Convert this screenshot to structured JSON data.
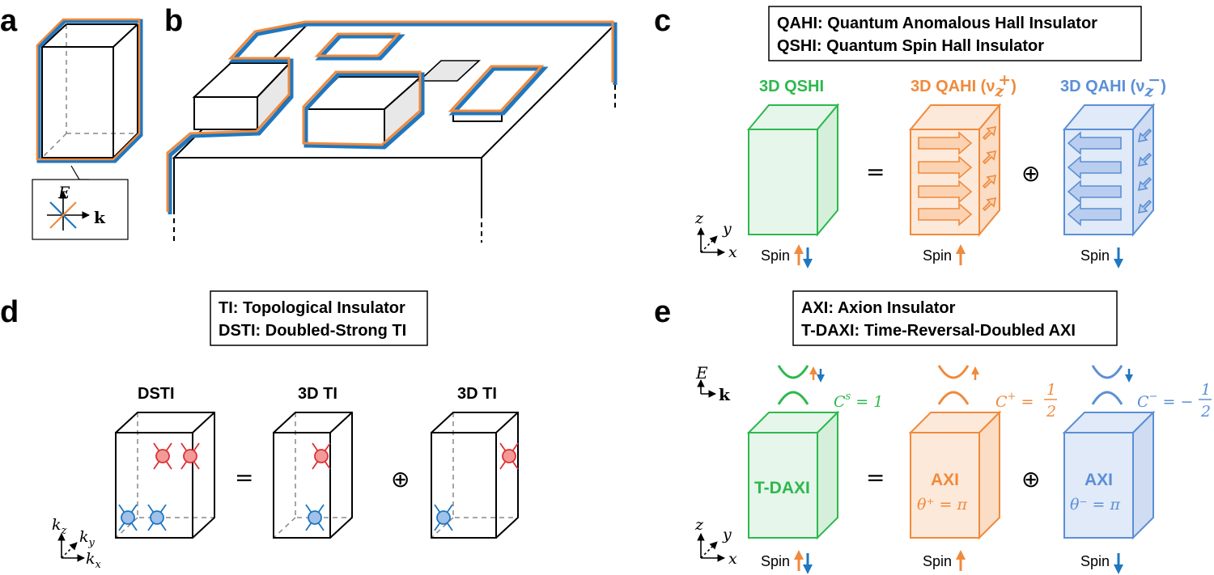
{
  "panels": {
    "a": "a",
    "b": "b",
    "c": "c",
    "d": "d",
    "e": "e"
  },
  "inset_a": {
    "energy": "E",
    "momentum": "k"
  },
  "panel_c": {
    "legend_line1": "QAHI: Quantum Anomalous Hall Insulator",
    "legend_line2": "QSHI: Quantum Spin Hall Insulator",
    "col1_title": "3D QSHI",
    "col2_title": "3D QAHI (ν",
    "col2_sup": "+",
    "col2_sub": "z",
    "col3_title": "3D QAHI (ν",
    "col3_sup": "−",
    "col3_sub": "z",
    "close_paren": ")",
    "equals": "=",
    "oplus": "⊕",
    "spin_label": "Spin",
    "axis_z": "z",
    "axis_y": "y",
    "axis_x": "x"
  },
  "panel_d": {
    "legend_line1": "TI: Topological Insulator",
    "legend_line2": "DSTI: Doubled-Strong TI",
    "col1_title": "DSTI",
    "col2_title": "3D TI",
    "col3_title": "3D TI",
    "equals": "=",
    "oplus": "⊕",
    "axis_kz": "k",
    "axis_ky": "k",
    "axis_kx": "k",
    "sub_z": "z",
    "sub_y": "y",
    "sub_x": "x"
  },
  "panel_e": {
    "legend_line1": "AXI: Axion Insulator",
    "legend_line2": "T-DAXI: Time-Reversal-Doubled AXI",
    "box1": "T-DAXI",
    "box2": "AXI",
    "box2_theta": "θ⁺ = π",
    "box3": "AXI",
    "box3_theta": "θ⁻ = π",
    "c1": "C",
    "c1_sup": "s",
    "c1_val": " = 1",
    "c2": "C",
    "c2_sup": "+",
    "c2_eq": " =",
    "c2_num": "1",
    "c2_den": "2",
    "c3": "C",
    "c3_sup": "−",
    "c3_eq": " = −",
    "c3_num": "1",
    "c3_den": "2",
    "equals": "=",
    "oplus": "⊕",
    "spin_label": "Spin",
    "axis_E": "E",
    "axis_k": "k",
    "axis_z": "z",
    "axis_y": "y",
    "axis_x": "x"
  },
  "colors": {
    "orange": "#f08a3c",
    "blue": "#1f77c0",
    "green": "#2db84d",
    "red": "#e03030",
    "lightblue": "#5b8fd6",
    "gray": "#777777"
  }
}
